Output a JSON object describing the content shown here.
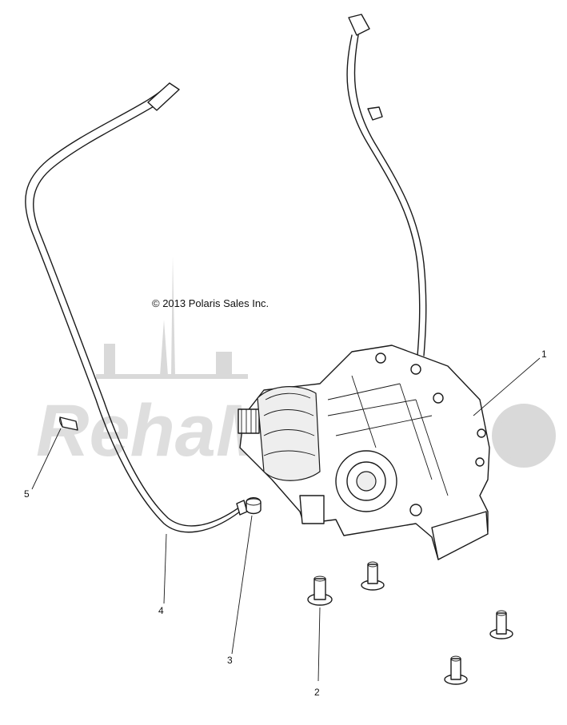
{
  "copyright": "© 2013 Polaris Sales Inc.",
  "watermark": {
    "text": "RehaMoto",
    "color": "#d9d9d9"
  },
  "callouts": [
    {
      "id": "1",
      "label": "1"
    },
    {
      "id": "2",
      "label": "2"
    },
    {
      "id": "3",
      "label": "3"
    },
    {
      "id": "4",
      "label": "4"
    },
    {
      "id": "5",
      "label": "5"
    }
  ],
  "colors": {
    "line": "#1a1a1a",
    "background": "#ffffff"
  }
}
